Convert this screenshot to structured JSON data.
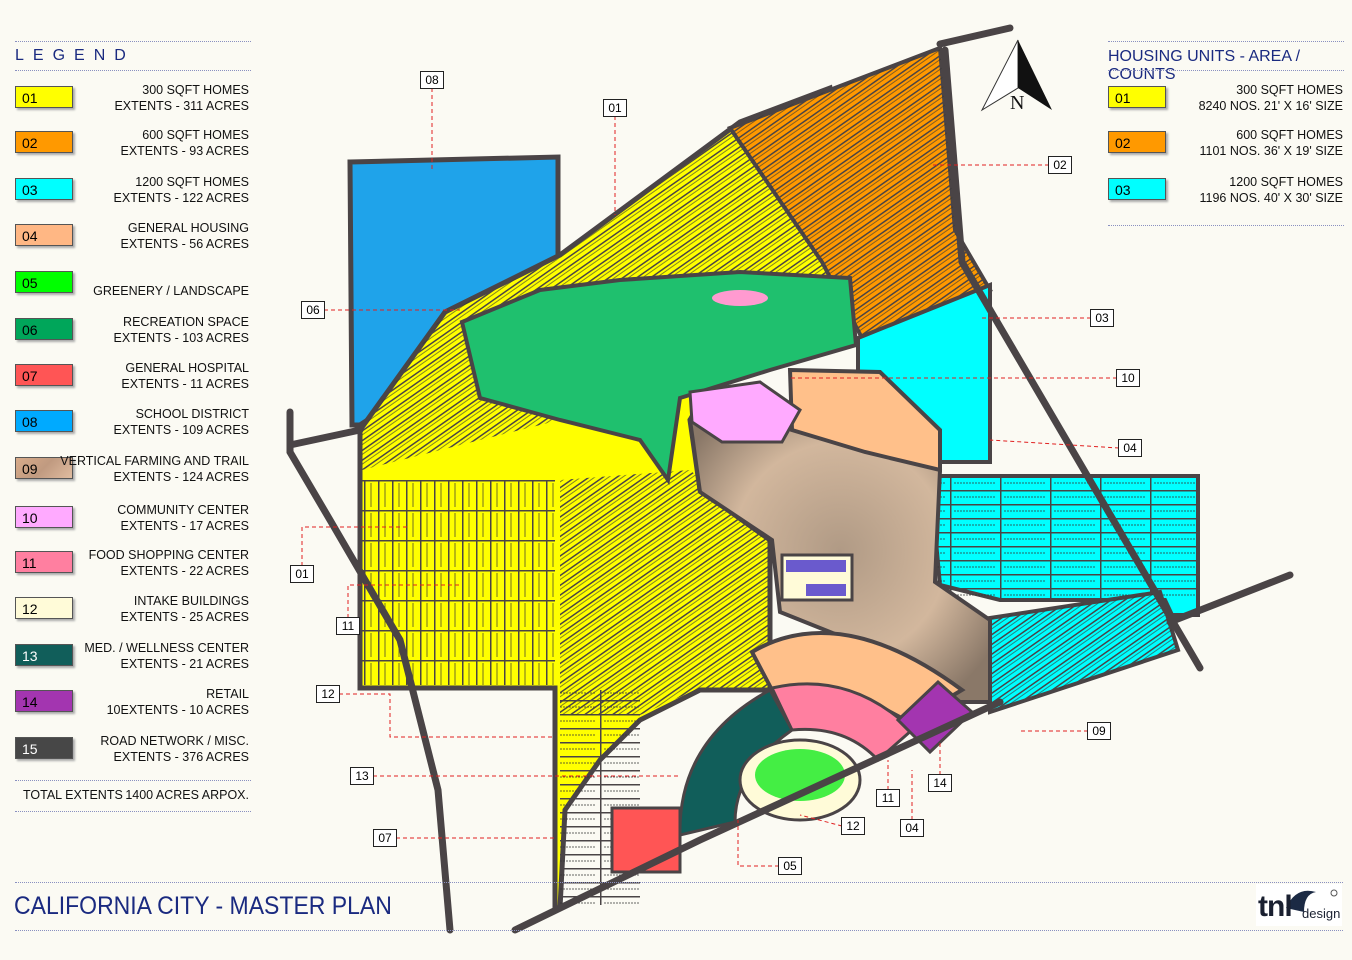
{
  "legend": {
    "title": "LEGEND",
    "items": [
      {
        "code": "01",
        "line1": "300 SQFT HOMES",
        "line2": "EXTENTS - 311 ACRES",
        "color": "#ffff00"
      },
      {
        "code": "02",
        "line1": "600 SQFT HOMES",
        "line2": "EXTENTS - 93 ACRES",
        "color": "#ff9900"
      },
      {
        "code": "03",
        "line1": "1200 SQFT HOMES",
        "line2": "EXTENTS - 122 ACRES",
        "color": "#00ffff"
      },
      {
        "code": "04",
        "line1": "GENERAL HOUSING",
        "line2": "EXTENTS - 56 ACRES",
        "color": "#ffb784"
      },
      {
        "code": "05",
        "line1": "",
        "line2": "GREENERY / LANDSCAPE",
        "color": "#00ff00"
      },
      {
        "code": "06",
        "line1": "RECREATION SPACE",
        "line2": "EXTENTS - 103 ACRES",
        "color": "#00a65a"
      },
      {
        "code": "07",
        "line1": "GENERAL HOSPITAL",
        "line2": "EXTENTS - 11 ACRES",
        "color": "#ff5555"
      },
      {
        "code": "08",
        "line1": "SCHOOL DISTRICT",
        "line2": "EXTENTS - 109 ACRES",
        "color": "#00aaff"
      },
      {
        "code": "09",
        "line1": "VERTICAL FARMING AND TRAIL",
        "line2": "EXTENTS - 124 ACRES",
        "color": "#d8ab8a"
      },
      {
        "code": "10",
        "line1": "COMMUNITY CENTER",
        "line2": "EXTENTS - 17 ACRES",
        "color": "#ffaaff"
      },
      {
        "code": "11",
        "line1": "FOOD SHOPPING CENTER",
        "line2": "EXTENTS - 22 ACRES",
        "color": "#ff7fa0"
      },
      {
        "code": "12",
        "line1": "INTAKE BUILDINGS",
        "line2": "EXTENTS - 25 ACRES",
        "color": "#fffbd8"
      },
      {
        "code": "13",
        "line1": "MED. / WELLNESS CENTER",
        "line2": "EXTENTS - 21 ACRES",
        "color": "#115e5a"
      },
      {
        "code": "14",
        "line1": "RETAIL",
        "line2": "10EXTENTS - 10 ACRES",
        "color": "#a335b0"
      },
      {
        "code": "15",
        "line1": "ROAD NETWORK / MISC.",
        "line2": "EXTENTS - 376 ACRES",
        "color": "#474747"
      }
    ],
    "total_label": "TOTAL EXTENTS",
    "total_value": "1400 ACRES ARPOX."
  },
  "housing": {
    "title": "HOUSING UNITS - AREA / COUNTS",
    "items": [
      {
        "code": "01",
        "line1": "300 SQFT HOMES",
        "line2": "8240 NOS. 21' X 16' SIZE",
        "color": "#ffff00"
      },
      {
        "code": "02",
        "line1": "600 SQFT HOMES",
        "line2": "1101 NOS. 36' X 19' SIZE",
        "color": "#ff9900"
      },
      {
        "code": "03",
        "line1": "1200 SQFT HOMES",
        "line2": "1196 NOS. 40' X 30' SIZE",
        "color": "#00ffff"
      }
    ]
  },
  "compass": {
    "label": "N"
  },
  "callouts": [
    "08",
    "01",
    "06",
    "02",
    "03",
    "10",
    "04",
    "01",
    "11",
    "12",
    "13",
    "07",
    "05",
    "12",
    "11",
    "04",
    "14",
    "09"
  ],
  "title": "CALIFORNIA CITY - MASTER PLAN",
  "logo": {
    "main": "tnl",
    "sub": "design"
  }
}
